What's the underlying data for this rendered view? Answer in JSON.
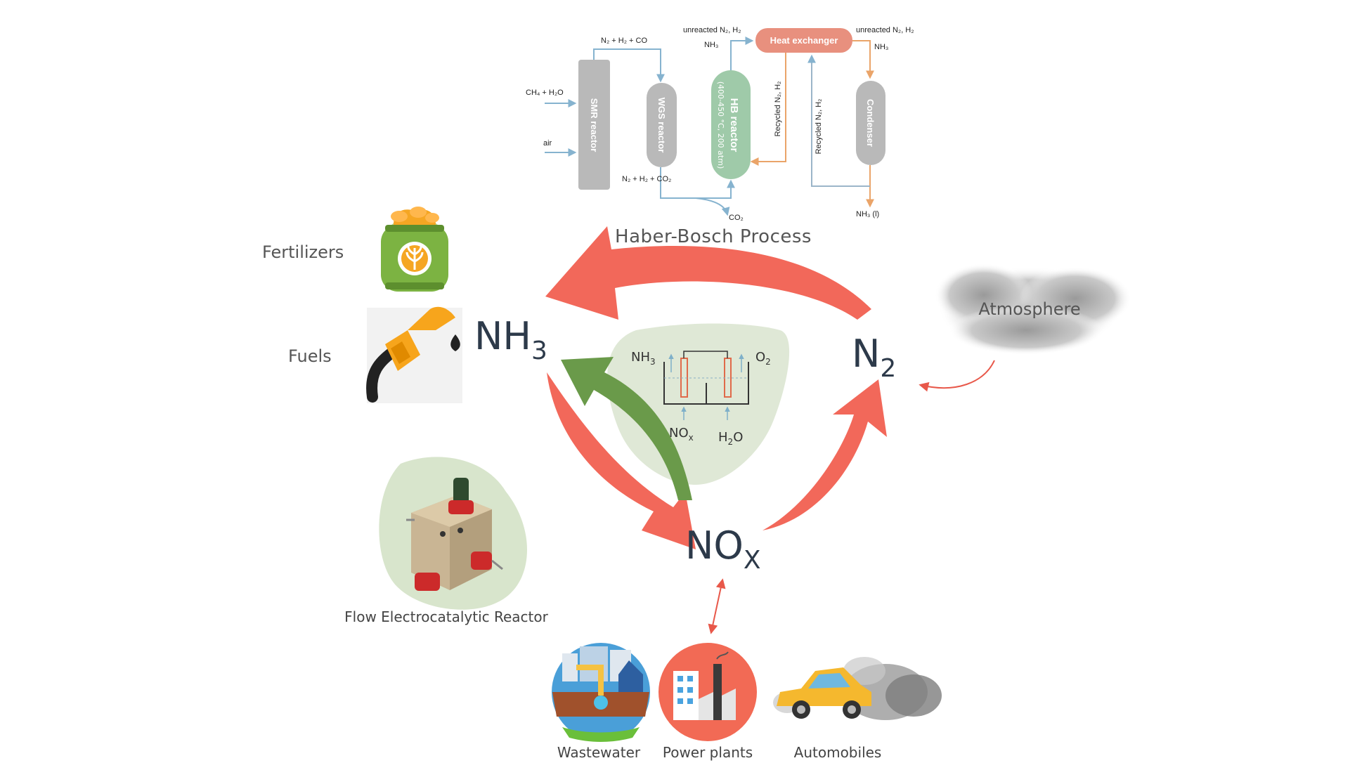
{
  "haber_bosch": {
    "title": "Haber-Bosch Process",
    "feed_1": "CH₄ + H₂O",
    "feed_2": "air",
    "smr_reactor": "SMR reactor",
    "wgs_reactor": "WGS reactor",
    "hb_reactor": "HB reactor",
    "hb_conditions": "(400-450 °C, 200 atm)",
    "heat_exchanger": "Heat exchanger",
    "condenser": "Condenser",
    "stream_smr_out": "N₂ + H₂ + CO",
    "stream_wgs_out": "N₂ + H₂ + CO₂",
    "stream_co2": "CO₂",
    "unreacted_1": "unreacted N₂, H₂",
    "nh3_1": "NH₃",
    "unreacted_2": "unreacted N₂, H₂",
    "nh3_2": "NH₃",
    "recycled_1": "Recycled N₂, H₂",
    "recycled_2": "Recycled N₂, H₂",
    "product": "NH₃ (l)"
  },
  "uses": {
    "fertilizers": "Fertilizers",
    "fuels": "Fuels"
  },
  "species": {
    "nh3": "NH",
    "nh3_sub": "3",
    "n2": "N",
    "n2_sub": "2",
    "nox": "NO",
    "nox_sub": "X"
  },
  "atmosphere": "Atmosphere",
  "cell": {
    "nh3": "NH",
    "nh3_sub": "3",
    "o2": "O",
    "o2_sub": "2",
    "nox": "NO",
    "nox_sub": "x",
    "h2o_a": "H",
    "h2o_sub": "2",
    "h2o_b": "O"
  },
  "reactor_caption": "Flow Electrocatalytic Reactor",
  "sources": {
    "wastewater": "Wastewater",
    "power_plants": "Power plants",
    "automobiles": "Automobiles"
  },
  "colors": {
    "red_arrow": "#f2685a",
    "green_arrow": "#6a9a4a",
    "cell_bg": "#dfe8d6",
    "hx": "#e8907e",
    "hb_reactor": "#9fcaa9",
    "grey_unit": "#b9b9b9"
  }
}
